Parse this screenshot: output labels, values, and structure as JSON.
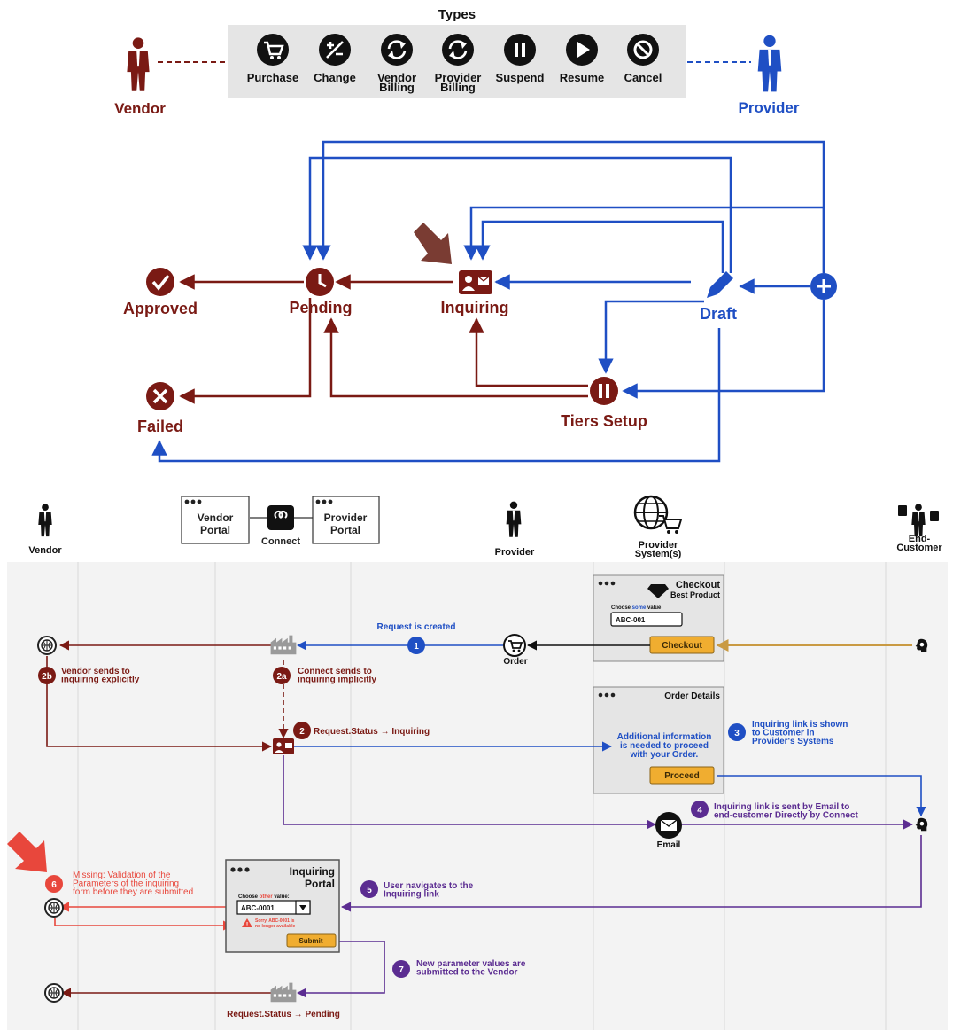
{
  "colors": {
    "red": "#7a1a14",
    "blue": "#1f4fc4",
    "purple": "#5b2c91",
    "orange": "#f0ad30",
    "gold": "#c99a43",
    "alert": "#e8473c",
    "lane_bg": "#f3f3f3",
    "panel": "#e5e5e5"
  },
  "types": {
    "title": "Types",
    "items": [
      {
        "label": "Purchase",
        "icon": "cart-icon"
      },
      {
        "label": "Change",
        "icon": "plus-minus-icon"
      },
      {
        "label": "Vendor\nBilling",
        "icon": "cycle-icon"
      },
      {
        "label": "Provider\nBilling",
        "icon": "cycle-icon"
      },
      {
        "label": "Suspend",
        "icon": "pause-icon"
      },
      {
        "label": "Resume",
        "icon": "play-icon"
      },
      {
        "label": "Cancel",
        "icon": "cancel-icon"
      }
    ],
    "vendor_label": "Vendor",
    "provider_label": "Provider"
  },
  "states": {
    "approved": "Approved",
    "pending": "Pending",
    "inquiring": "Inquiring",
    "draft": "Draft",
    "failed": "Failed",
    "tiers_setup": "Tiers Setup"
  },
  "actors": {
    "vendor": "Vendor",
    "vendor_portal": "Vendor\nPortal",
    "connect": "Connect",
    "provider_portal": "Provider\nPortal",
    "provider": "Provider",
    "provider_systems": "Provider\nSystem(s)",
    "end_customer": "End-\nCustomer"
  },
  "flow": {
    "checkout": {
      "title": "Checkout",
      "subtitle": "Best Product",
      "prompt_pre": "Choose ",
      "prompt_hi": "some",
      "prompt_post": " value",
      "value": "ABC-001",
      "button": "Checkout"
    },
    "order_details": {
      "title": "Order Details",
      "message": "Additional information\nis needed to proceed\nwith your Order.",
      "button": "Proceed"
    },
    "inquiring_portal": {
      "title": "Inquiring\nPortal",
      "prompt_pre": "Choose ",
      "prompt_hi": "other",
      "prompt_post": " value:",
      "value": "ABC-0001",
      "error": "Sorry, ABC-0001 is\nno longer available",
      "button": "Submit"
    },
    "labels": {
      "request_created": "Request is created",
      "order": "Order",
      "email": "Email",
      "status_pending": "Request.Status → Pending"
    },
    "steps": [
      {
        "num": "1",
        "text": ""
      },
      {
        "num": "2a",
        "text": "Connect sends to\ninquiring implicitly"
      },
      {
        "num": "2b",
        "text": "Vendor sends to\ninquiring explicitly"
      },
      {
        "num": "2",
        "text": "Request.Status → Inquiring"
      },
      {
        "num": "3",
        "text": "Inquiring link is shown\nto Customer in\nProvider's Systems"
      },
      {
        "num": "4",
        "text": "Inquiring link is sent by Email to\nend-customer Directly by Connect"
      },
      {
        "num": "5",
        "text": "User navigates to the\nInquiring link"
      },
      {
        "num": "6",
        "text": "Missing: Validation of the\nParameters of the inquiring\nform before they are submitted"
      },
      {
        "num": "7",
        "text": "New parameter values are\nsubmitted to the Vendor"
      }
    ]
  }
}
